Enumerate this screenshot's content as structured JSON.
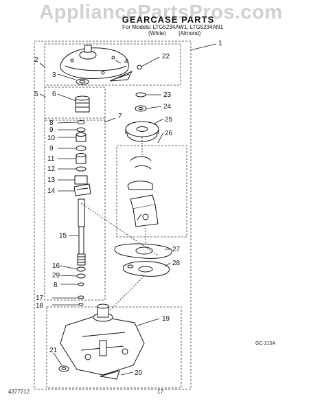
{
  "watermark": "AppliancePartsPros.com",
  "header": {
    "title": "GEARCASE PARTS",
    "for_models": "For Models: LTG5234AW1, LTG5234AN1",
    "variant_white": "(White)",
    "variant_almond": "(Almond)"
  },
  "callouts": {
    "c1": "1",
    "c2": "2",
    "c3": "3",
    "c4": "4",
    "c5": "5",
    "c6": "6",
    "c7": "7",
    "c8a": "8",
    "c9a": "9",
    "c10": "10",
    "c9b": "9",
    "c11": "11",
    "c12": "12",
    "c13": "13",
    "c14": "14",
    "c15": "15",
    "c16": "16",
    "c29": "29",
    "c8b": "8",
    "c17": "17",
    "c18": "18",
    "c19": "19",
    "c20": "20",
    "c21": "21",
    "c22": "22",
    "c23": "23",
    "c24": "24",
    "c25": "25",
    "c26": "26",
    "c27": "27",
    "c28": "28"
  },
  "footer": {
    "doc_number": "4377212",
    "page_number": "17",
    "figure_code": "GC-215A"
  }
}
